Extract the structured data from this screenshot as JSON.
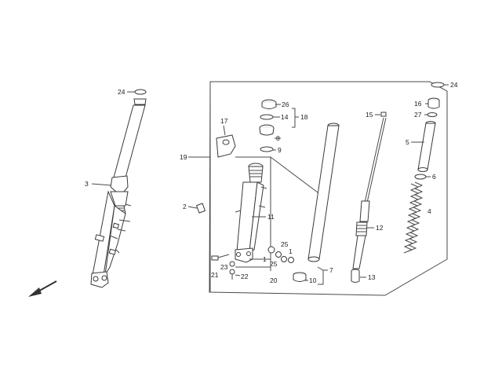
{
  "diagram": {
    "type": "exploded-parts-diagram",
    "accent_color": "#4a4a4a",
    "labels": {
      "l24a": "24",
      "l24b": "24",
      "l3": "3",
      "l2": "2",
      "l17": "17",
      "l19": "19",
      "l11": "11",
      "l26": "26",
      "l14": "14",
      "l18": "18",
      "l8": "8",
      "l9": "9",
      "l15": "15",
      "l12": "12",
      "l13": "13",
      "l16": "16",
      "l27": "27",
      "l5": "5",
      "l6": "6",
      "l4": "4",
      "l25a": "25",
      "l1a": "1",
      "l1b": "1",
      "l25b": "25",
      "l23": "23",
      "l21": "21",
      "l22": "22",
      "l20": "20",
      "l10": "10",
      "l7": "7"
    },
    "direction_arrow": "front-direction-arrow-icon"
  }
}
